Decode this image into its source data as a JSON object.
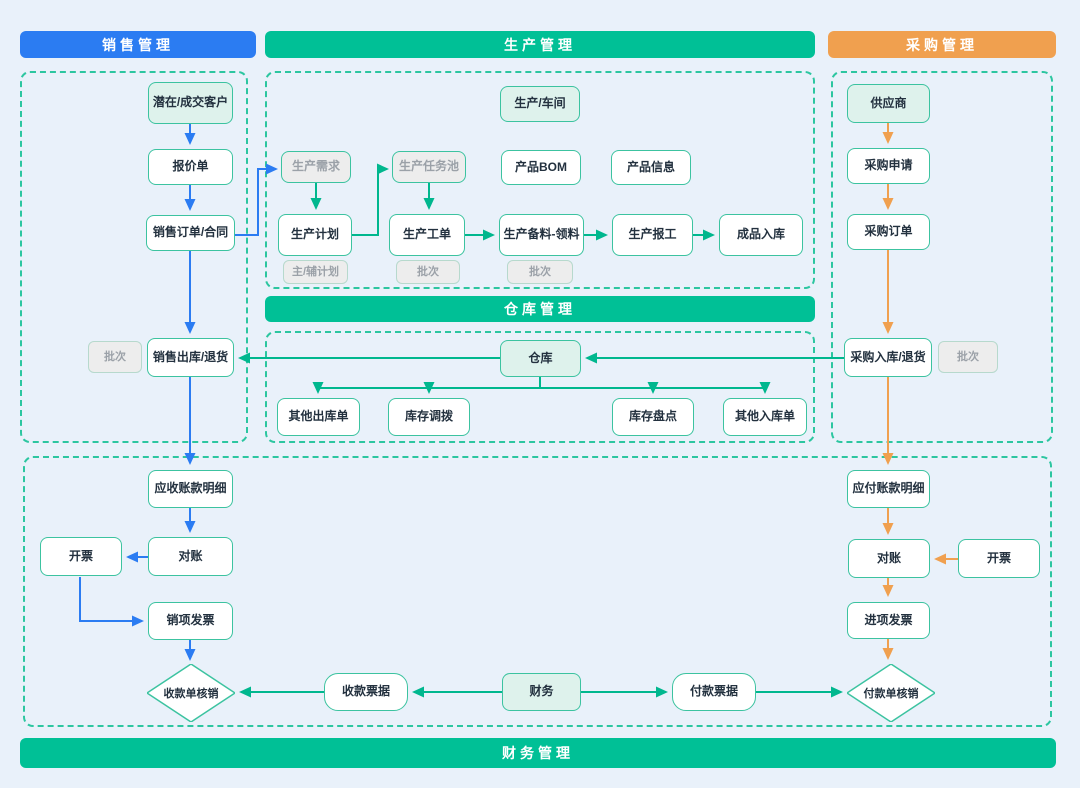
{
  "headers": {
    "sales": "销售管理",
    "production": "生产管理",
    "purchase": "采购管理",
    "warehouse": "仓库管理",
    "finance": "财务管理"
  },
  "nodes": {
    "prospect": "潜在/成交客户",
    "quote": "报价单",
    "sales_order": "销售订单/合同",
    "batch_left": "批次",
    "sales_out": "销售出库/退货",
    "ar_detail": "应收账款明细",
    "recon_left": "对账",
    "invoice_left": "开票",
    "sales_invoice": "销项发票",
    "receipt_verify": "收款单核销",
    "workshop": "生产/车间",
    "demand": "生产需求",
    "task_pool": "生产任务池",
    "bom": "产品BOM",
    "product_info": "产品信息",
    "plan": "生产计划",
    "plan_tag": "主/辅计划",
    "work_order": "生产工单",
    "wo_batch": "批次",
    "material": "生产备料-领料",
    "mat_batch": "批次",
    "report": "生产报工",
    "finished_in": "成品入库",
    "warehouse": "仓库",
    "other_out": "其他出库单",
    "transfer": "库存调拨",
    "stocktake": "库存盘点",
    "other_in": "其他入库单",
    "supplier": "供应商",
    "pr": "采购申请",
    "po": "采购订单",
    "purchase_in": "采购入库/退货",
    "batch_right": "批次",
    "ap_detail": "应付账款明细",
    "recon_right": "对账",
    "invoice_right": "开票",
    "purchase_invoice": "进项发票",
    "payment_verify": "付款单核销",
    "receipt_note": "收款票据",
    "finance": "财务",
    "payment_note": "付款票据"
  },
  "colors": {
    "sales_blue": "#2b7cf2",
    "production_green": "#00c096",
    "purchase_orange": "#f0a04f",
    "background": "#e9f1fa",
    "node_border": "#3cc3a0",
    "dashed_border": "#2cc6a0",
    "source_fill": "#def2ec",
    "ghost_fill": "#ededed",
    "ghost_text": "#9ba1a8",
    "text": "#23313f"
  }
}
